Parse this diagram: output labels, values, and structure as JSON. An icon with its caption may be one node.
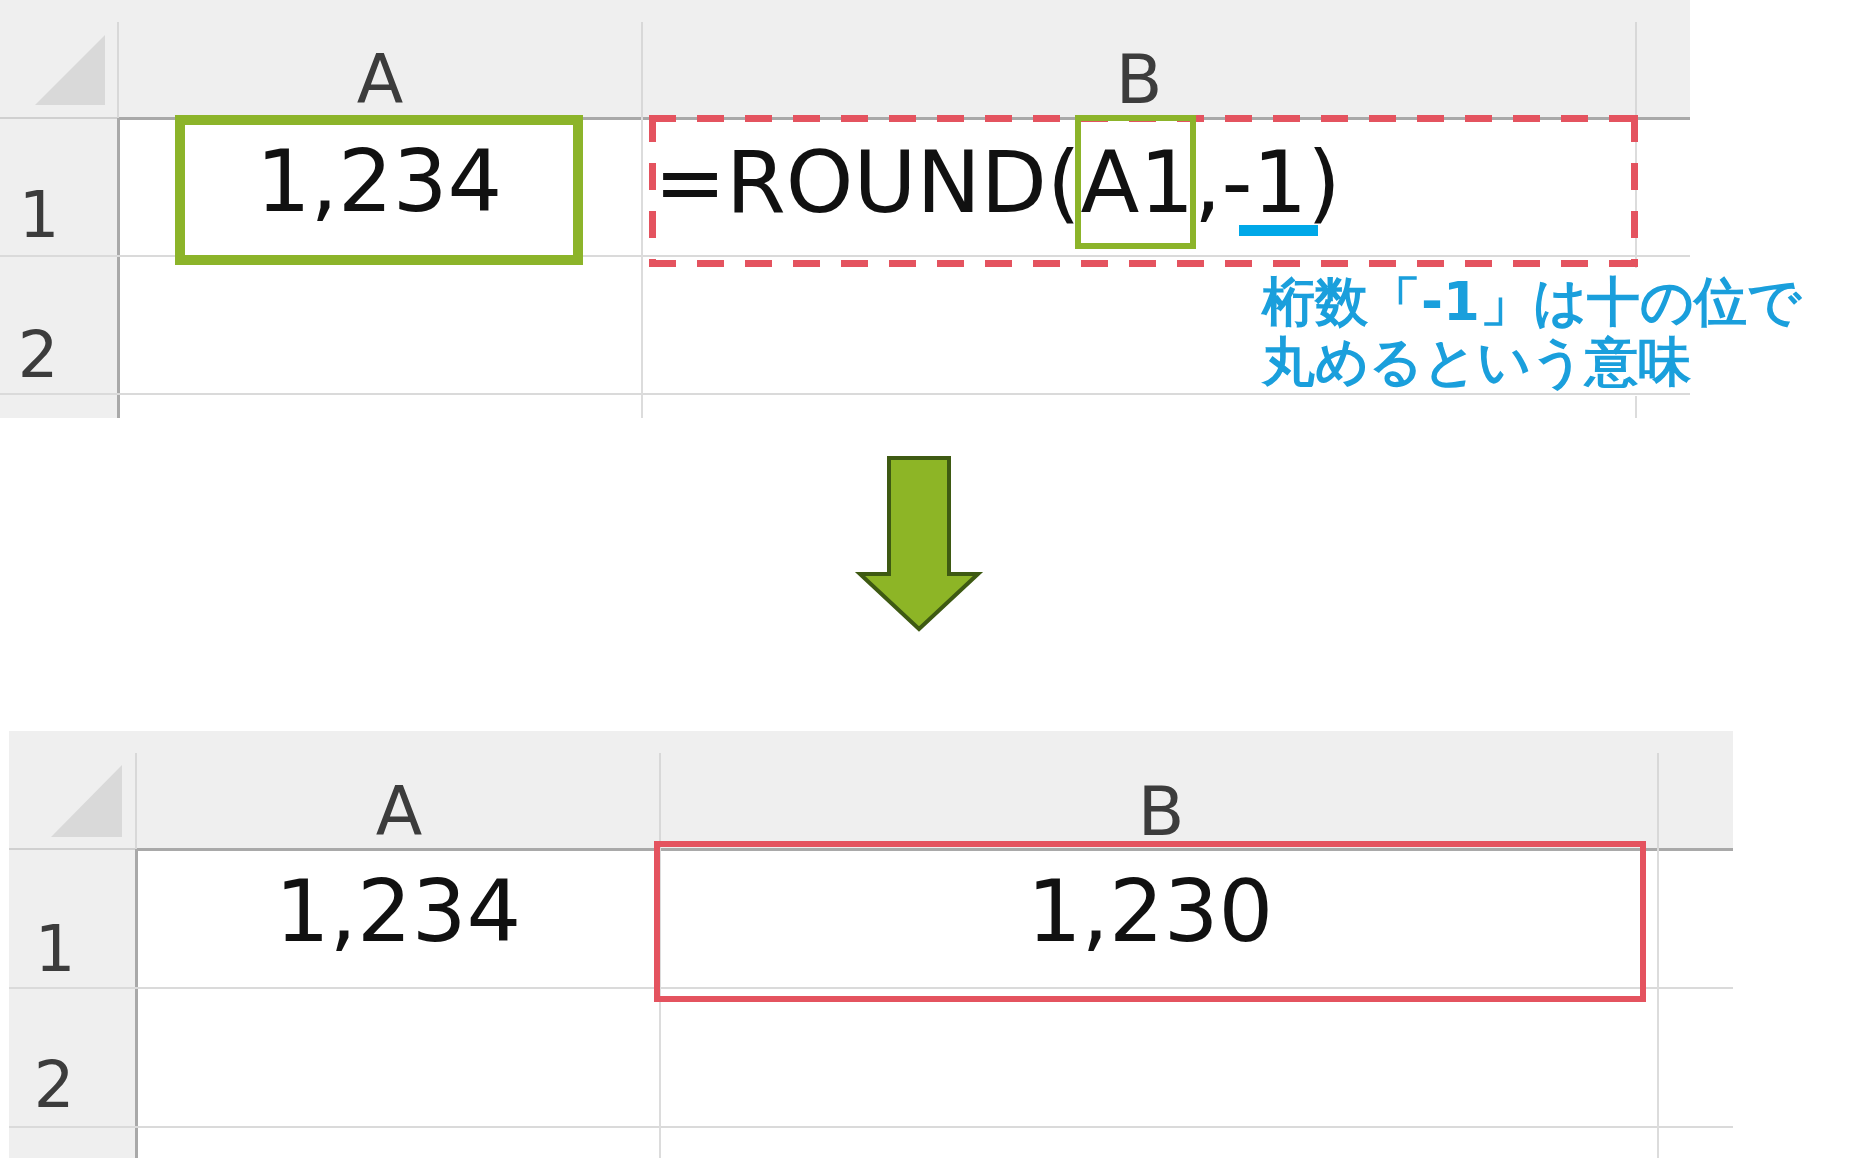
{
  "diagram": {
    "nodes": [
      {
        "text": [
          "A",
          "B",
          "1",
          "2"
        ]
      },
      {
        "text": [
          "1,234"
        ],
        "in": 0
      },
      {
        "text": [
          "=ROUND(A1,-1)"
        ],
        "in": 0
      },
      {
        "text": [
          "A",
          "B",
          "1",
          "2"
        ]
      },
      {
        "text": [
          "1,234"
        ],
        "in": 3
      },
      {
        "text": [
          "1,230"
        ],
        "in": 3
      }
    ],
    "edges": [
      {
        "from": 0,
        "to": 3,
        "arrow": "to"
      }
    ],
    "labels": [
      "桁数「-1」は十の位で丸めるという意味"
    ]
  }
}
